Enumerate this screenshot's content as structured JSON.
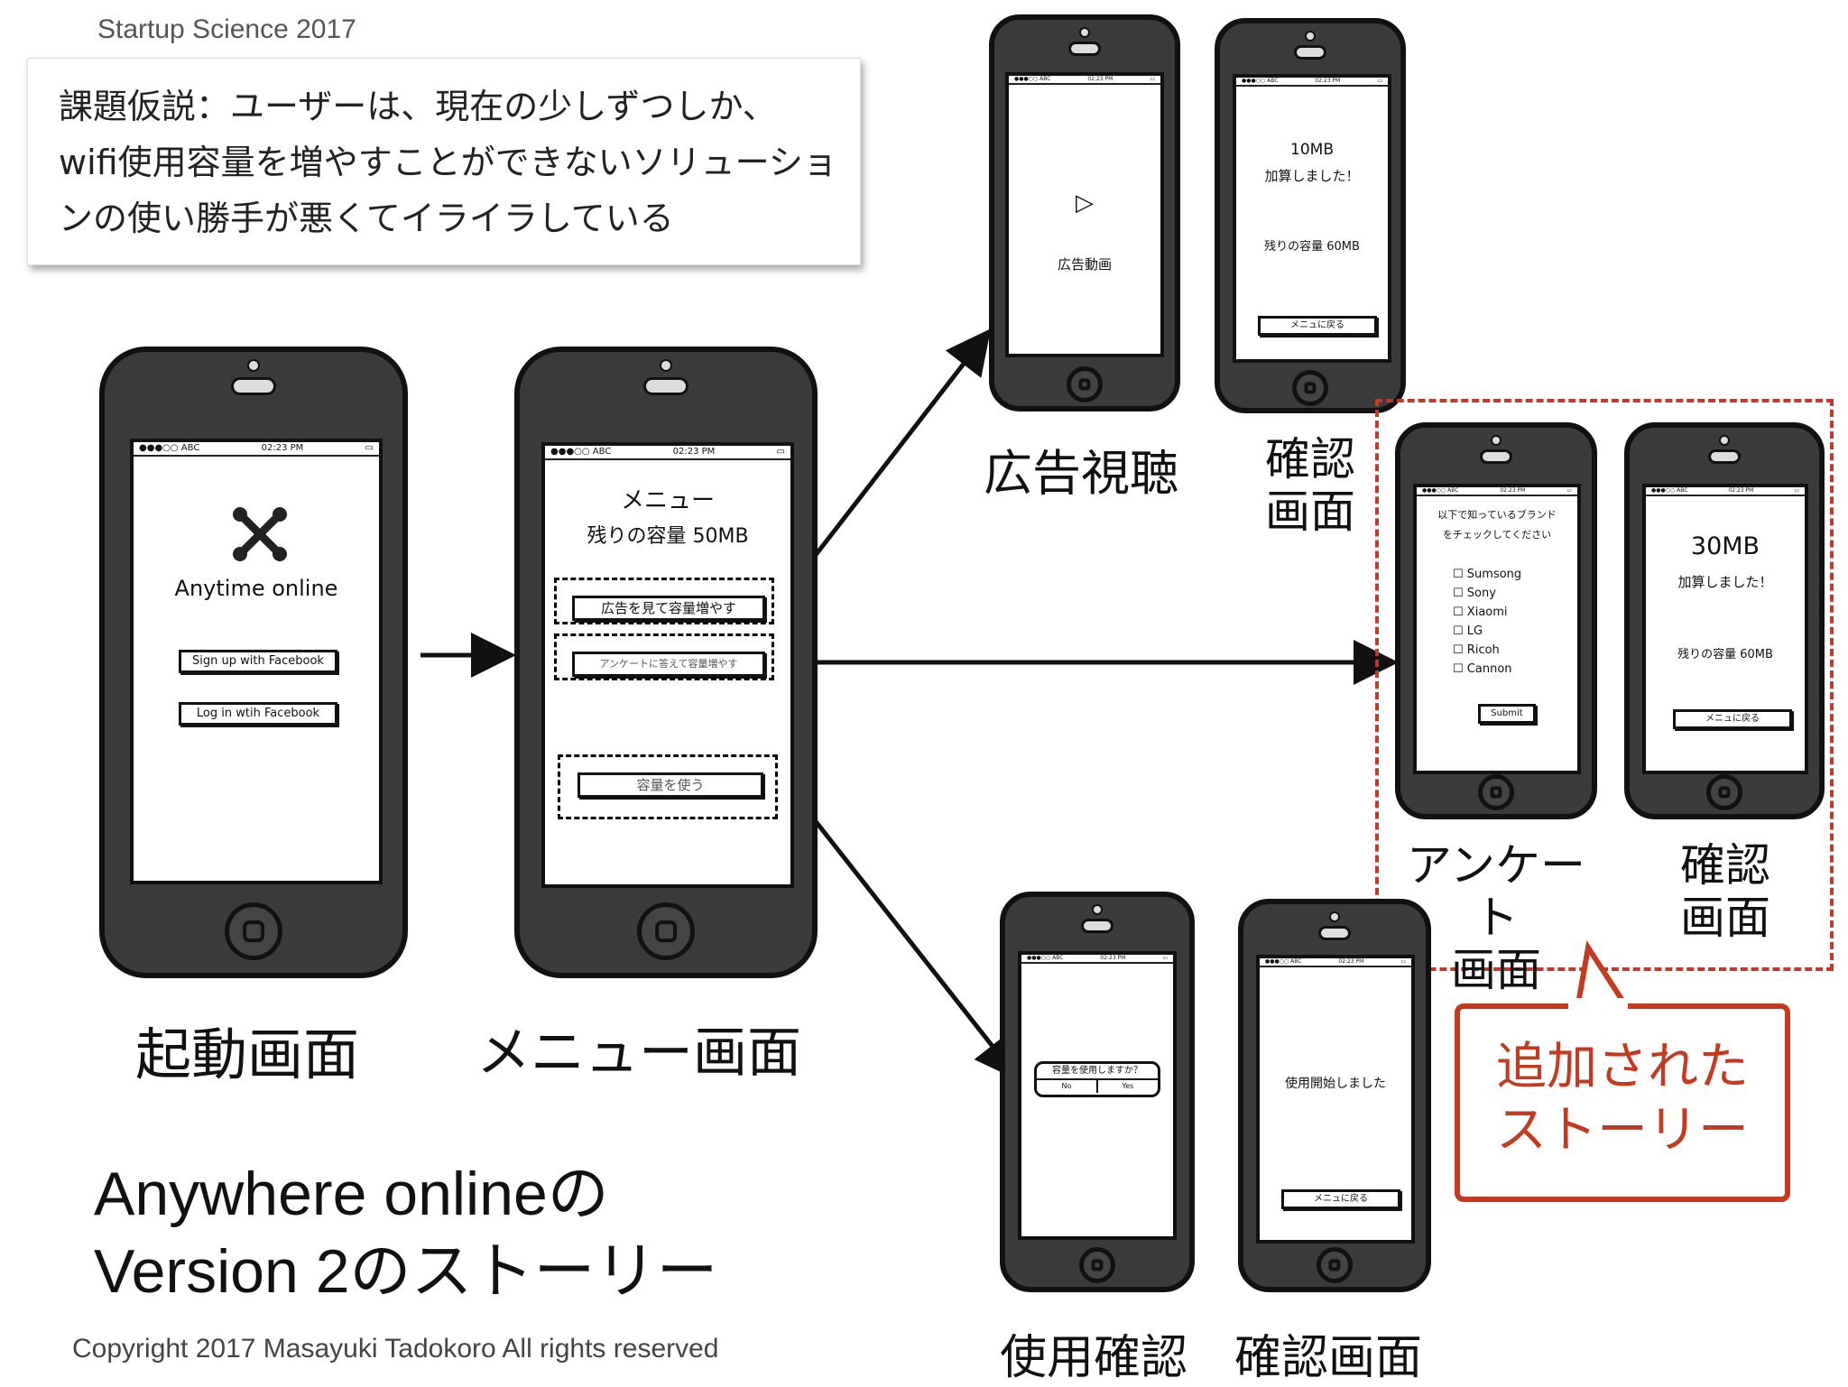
{
  "header": "Startup Science 2017",
  "hypothesis": {
    "lines": [
      "課題仮説：ユーザーは、現在の少しずつしか、",
      "wifi使用容量を増やすことができないソリューショ",
      "ンの使い勝手が悪くてイライラしている"
    ]
  },
  "footer": {
    "title_line1": "Anywhere onlineの",
    "title_line2": "Version 2のストーリー",
    "copyright": "Copyright 2017 Masayuki Tadokoro All rights reserved"
  },
  "phones": {
    "launch": {
      "carrier": "●●●○○ ABC",
      "time": "02:23 PM",
      "app_name": "Anytime online",
      "signup_label": "Sign up with Facebook",
      "login_label": "Log in wtih Facebook",
      "logo_icon": "joomla-logo-icon",
      "caption": "起動画面"
    },
    "menu": {
      "carrier": "●●●○○ ABC",
      "time": "02:23 PM",
      "title": "メニュー",
      "remaining": "残りの容量 50MB",
      "btn_ad": "広告を見て容量増やす",
      "btn_survey": "アンケートに答えて容量増やす",
      "btn_use": "容量を使う",
      "caption": "メニュー画面"
    },
    "ad": {
      "carrier": "●●●○○ ABC",
      "time": "02:23 PM",
      "label": "広告動画",
      "play_icon": "play-icon",
      "caption": "広告視聴"
    },
    "ad_confirm": {
      "carrier": "●●●○○ ABC",
      "time": "02:23 PM",
      "amount": "10MB",
      "added": "加算しました！",
      "remaining": "残りの容量 60MB",
      "back": "メニュに戻る",
      "caption_line1": "確認",
      "caption_line2": "画面"
    },
    "survey": {
      "carrier": "●●●○○ ABC",
      "time": "02:23 PM",
      "question_line1": "以下で知っているブランド",
      "question_line2": "をチェックしてください",
      "options": [
        "Sumsong",
        "Sony",
        "Xiaomi",
        "LG",
        "Ricoh",
        "Cannon"
      ],
      "submit": "Submit",
      "caption_line1": "アンケート",
      "caption_line2": "画面"
    },
    "survey_confirm": {
      "carrier": "●●●○○ ABC",
      "time": "02:23 PM",
      "amount": "30MB",
      "added": "加算しました！",
      "remaining": "残りの容量 60MB",
      "back": "メニュに戻る",
      "caption_line1": "確認",
      "caption_line2": "画面"
    },
    "use_confirm": {
      "carrier": "●●●○○ ABC",
      "time": "02:23 PM",
      "question": "容量を使用しますか？",
      "no": "No",
      "yes": "Yes",
      "caption": "使用確認"
    },
    "use_done": {
      "carrier": "●●●○○ ABC",
      "time": "02:23 PM",
      "message": "使用開始しました",
      "back": "メニュに戻る",
      "caption": "確認画面"
    }
  },
  "callout": {
    "line1": "追加された",
    "line2": "ストーリー"
  },
  "colors": {
    "accent_red": "#c53a1e",
    "phone_body": "#3b3b3b"
  }
}
